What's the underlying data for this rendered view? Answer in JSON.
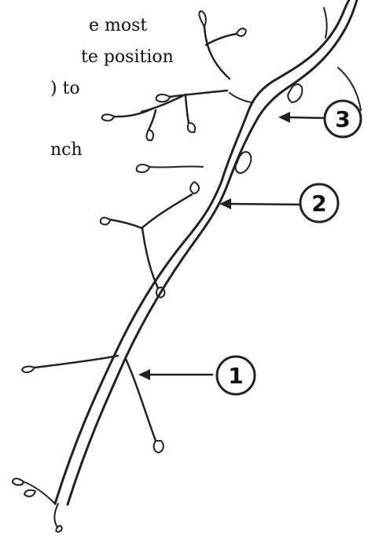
{
  "text_block": {
    "line_1": "e most",
    "line_2": "te position",
    "line_3": ") to",
    "line_4": "nch"
  },
  "callouts": [
    {
      "label": "1"
    },
    {
      "label": "2"
    },
    {
      "label": "3"
    }
  ]
}
